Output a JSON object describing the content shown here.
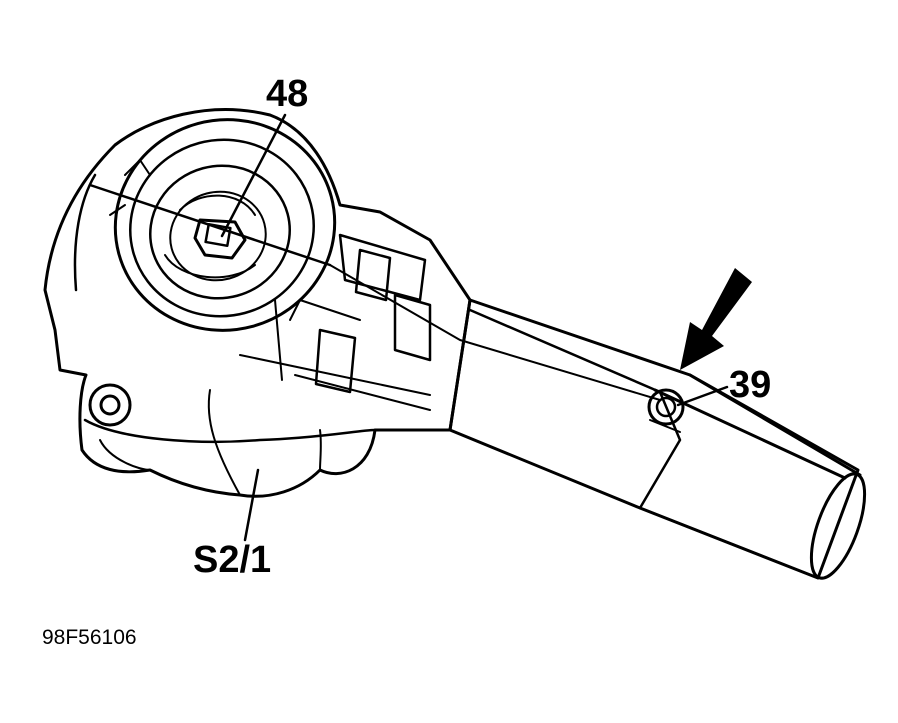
{
  "callouts": {
    "part_48": "48",
    "part_39": "39",
    "part_s2_1": "S2/1"
  },
  "figure_id": "98F56106",
  "colors": {
    "line": "#000000",
    "background": "#ffffff"
  },
  "icons": {
    "pointer": "arrow-icon"
  }
}
